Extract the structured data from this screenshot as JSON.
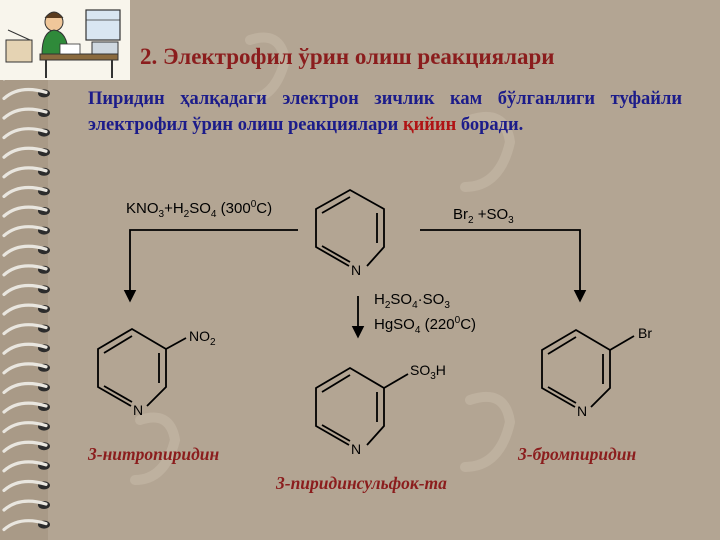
{
  "slide": {
    "title": "2. Электрофил ўрин олиш реакциялари",
    "paragraph_start": "Пиридин ҳалқадаги электрон зичлик кам бўлганлиги туфайли электрофил ўрин олиш реакциялари ",
    "paragraph_highlight": "қийин",
    "paragraph_end": " боради."
  },
  "reagents": {
    "left": {
      "a": "KNO",
      "a_sub": "3",
      "b": "+H",
      "b_sub": "2",
      "c": "SO",
      "c_sub": "4",
      "d": " (300",
      "d_sup": "0",
      "e": "C)"
    },
    "middle_line1": {
      "a": "H",
      "a_sub": "2",
      "b": "SO",
      "b_sub": "4",
      "c": "·SO",
      "c_sub": "3"
    },
    "middle_line2": {
      "a": "HgSO",
      "a_sub": "4",
      "b": " (220",
      "b_sup": "0",
      "c": "C)"
    },
    "right": {
      "a": "Br",
      "a_sub": "2",
      "b": " +SO",
      "b_sub": "3"
    }
  },
  "atoms": {
    "nitrogen": "N",
    "no2": "NO",
    "no2_sub": "2",
    "so3h_a": "SO",
    "so3h_sub": "3",
    "so3h_b": "H",
    "br": "Br"
  },
  "products": {
    "left": "3-нитропиридин",
    "middle": "3-пиридинсульфок-та",
    "right": "3-бромпиридин"
  },
  "colors": {
    "background": "#b3a593",
    "title": "#8b1d1d",
    "paragraph": "#1c1c8a",
    "highlight": "#b01414",
    "product_label": "#8b1d1d"
  }
}
